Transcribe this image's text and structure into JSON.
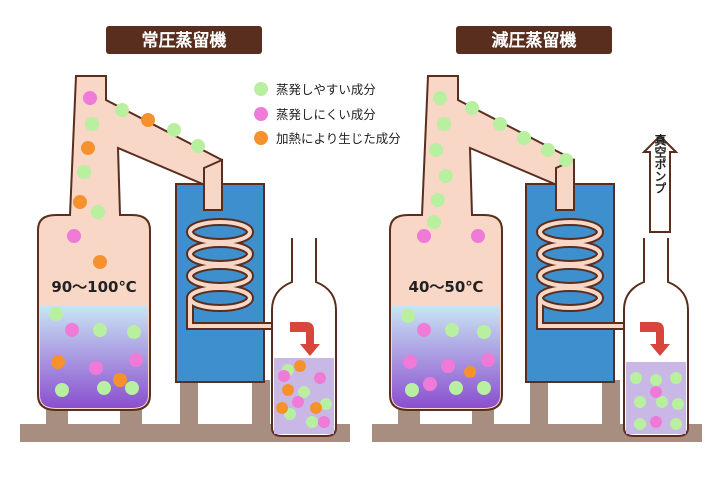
{
  "left": {
    "title": "常圧蒸留機",
    "temperature": "90～100℃"
  },
  "right": {
    "title": "減圧蒸留機",
    "temperature": "40～50℃",
    "pump_label": "真空ポンプ"
  },
  "legend": [
    {
      "label": "蒸発しやすい成分",
      "color": "#b8f0a0"
    },
    {
      "label": "蒸発しにくい成分",
      "color": "#f07ad8"
    },
    {
      "label": "加熱により生じた成分",
      "color": "#f5922e"
    }
  ],
  "colors": {
    "title_bg": "#5a2e1e",
    "still_body": "#f8d7c6",
    "outline": "#5a2e1e",
    "liquid_top": "#c9e6f4",
    "liquid_bottom": "#8a4fcf",
    "condenser": "#3e8fce",
    "stand": "#a88e80",
    "arrow_red": "#d8453a"
  }
}
